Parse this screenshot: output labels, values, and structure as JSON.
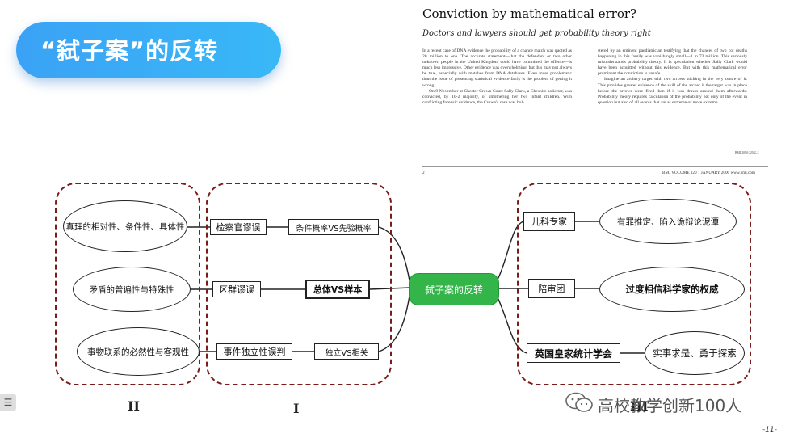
{
  "slide": {
    "title": "“弑子案”的反转",
    "page_number": "-11-"
  },
  "article": {
    "title": "Conviction by mathematical error?",
    "subtitle": "Doctors and lawyers should get probability theory right",
    "col1_p1": "In a recent case of DNA evidence the probability of a chance match was quoted as 20 million to one. The accurate statement—that the defendant or two other unknown people in the United Kingdom could have committed the offence—is much less impressive. Other evidence was overwhelming, but this may not always be true, especially with matches from DNA databases. Even more problematic than the issue of presenting statistical evidence fairly is the problem of getting it wrong.",
    "col1_p2": "On 9 November at Chester Crown Court Sally Clark, a Cheshire solicitor, was convicted, by 10-2 majority, of smothering her two infant children. With conflicting forensic evidence, the Crown's case was bol-",
    "col2_p1": "stered by an eminent paediatrician testifying that the chances of two cot deaths happening in this family was vanishingly small—1 in 73 million. This seriously misunderstands probability theory. It is speculation whether Sally Clark would have been acquitted without this evidence. But with this mathematical error prominent the conviction is unsafe.",
    "col2_p2": "Imagine an archery target with two arrows sticking in the very centre of it. This provides greater evidence of the skill of the archer if the target was in place before the arrows were fired than if it was drawn around them afterwards. Probability theory requires calculation of the probability not only of the event in question but also of all events that are as extreme or more extreme.",
    "ref": "BMJ 2000;320:2–3",
    "footer_left": "2",
    "footer_right": "BMJ VOLUME 320   1 JANUARY 2000   www.bmj.com"
  },
  "diagram": {
    "central": "弑子案的反转",
    "left_ellipses": [
      "真理的相对性、条件性、具体性",
      "矛盾的普遍性与特殊性",
      "事物联系的必然性与客观性"
    ],
    "left_rects": [
      "检察官谬误",
      "区群谬误",
      "事件独立性误判"
    ],
    "mid_rects": [
      "条件概率VS先验概率",
      "总体VS样本",
      "独立VS相关"
    ],
    "right_rects": [
      "儿科专家",
      "陪审团",
      "英国皇家统计学会"
    ],
    "right_ellipses": [
      "有罪推定、陷入诡辩论泥潭",
      "过度相信科学家的权威",
      "实事求是、勇于探索"
    ],
    "group_labels": [
      "II",
      "I",
      "III"
    ],
    "colors": {
      "central_fill": "#33b54a",
      "dashed_border": "#7b1c1c",
      "title_pill": "#3aa2f5"
    }
  },
  "watermark": {
    "text": "高校教学创新100人",
    "icon": "wechat-icon"
  },
  "ui": {
    "menu_icon": "menu-icon"
  }
}
